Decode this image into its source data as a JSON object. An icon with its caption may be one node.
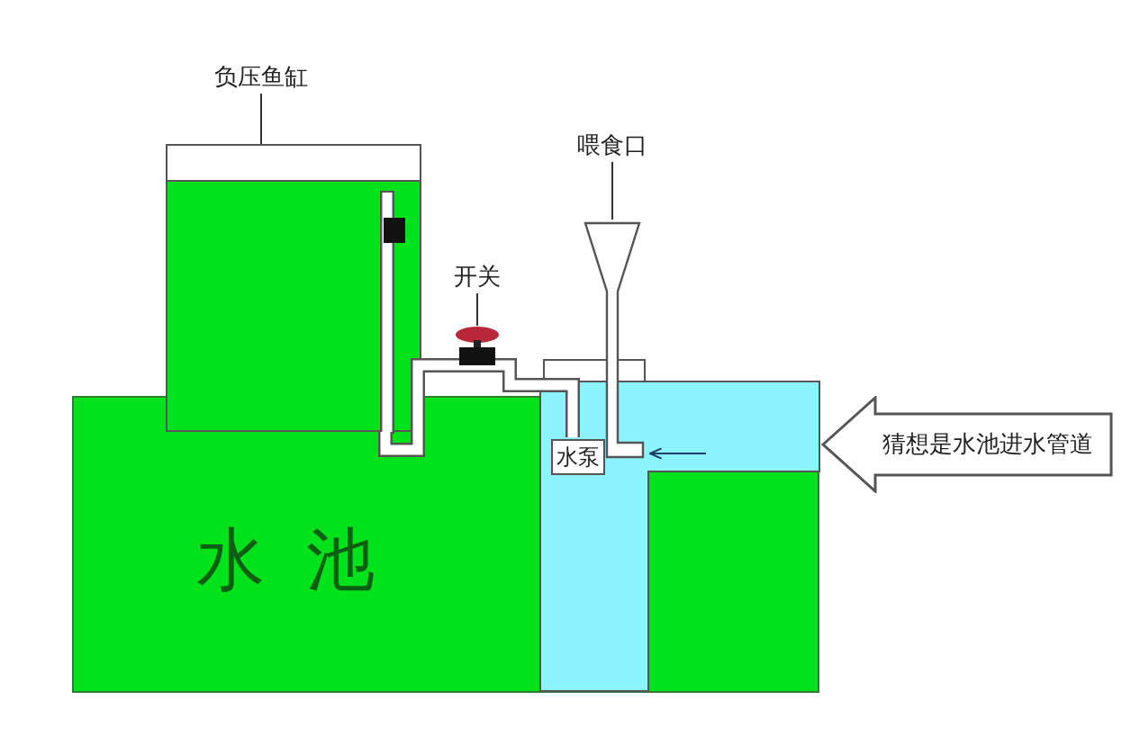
{
  "diagram": {
    "nodes": [
      {
        "text": [
          "负压鱼缸"
        ]
      },
      {
        "text": [],
        "shape": "box"
      },
      {
        "text": [
          "开关"
        ]
      },
      {
        "text": [],
        "shape": "picture"
      },
      {
        "text": [
          "喂食口"
        ]
      },
      {
        "text": [],
        "shape": "picture"
      },
      {
        "text": [
          "水池"
        ]
      },
      {
        "text": [
          "水泵"
        ],
        "in": 6
      },
      {
        "text": [
          "猜想是水池进水管道"
        ]
      }
    ],
    "edges": [
      {
        "from": 0,
        "to": 1,
        "arrow": "none"
      },
      {
        "from": 2,
        "to": 3,
        "arrow": "none"
      },
      {
        "from": 4,
        "to": 5,
        "arrow": "none"
      },
      {
        "from": null,
        "to": 5,
        "arrow": "to"
      },
      {
        "from": 1,
        "to": 7,
        "arrow": "none",
        "style": "thick"
      }
    ]
  }
}
